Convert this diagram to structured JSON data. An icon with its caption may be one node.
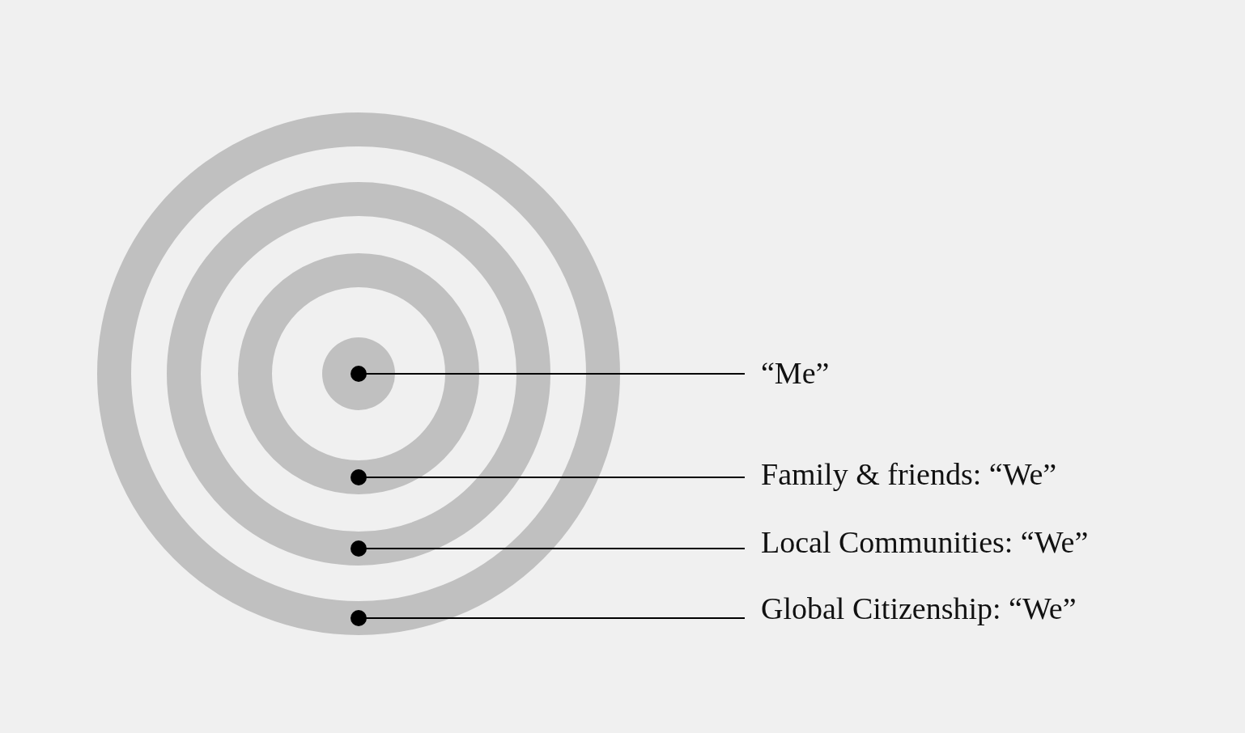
{
  "diagram": {
    "nodes": [
      {
        "text": [],
        "shape": "circle"
      },
      {
        "text": [],
        "shape": "circle",
        "in": 0
      },
      {
        "text": [],
        "shape": "circle",
        "in": 1
      },
      {
        "text": [],
        "shape": "circle",
        "in": 2
      },
      {
        "text": [
          "“Me”"
        ]
      },
      {
        "text": [
          "Family & friends: “We”"
        ]
      },
      {
        "text": [
          "Local Communities: “We”"
        ]
      },
      {
        "text": [
          "Global Citizenship: “We”"
        ]
      }
    ],
    "edges": [
      {
        "from": 4,
        "to": 3,
        "arrow": "other"
      },
      {
        "from": 5,
        "to": 2,
        "arrow": "other"
      },
      {
        "from": 6,
        "to": 1,
        "arrow": "other"
      },
      {
        "from": 7,
        "to": 0,
        "arrow": "other"
      }
    ]
  }
}
